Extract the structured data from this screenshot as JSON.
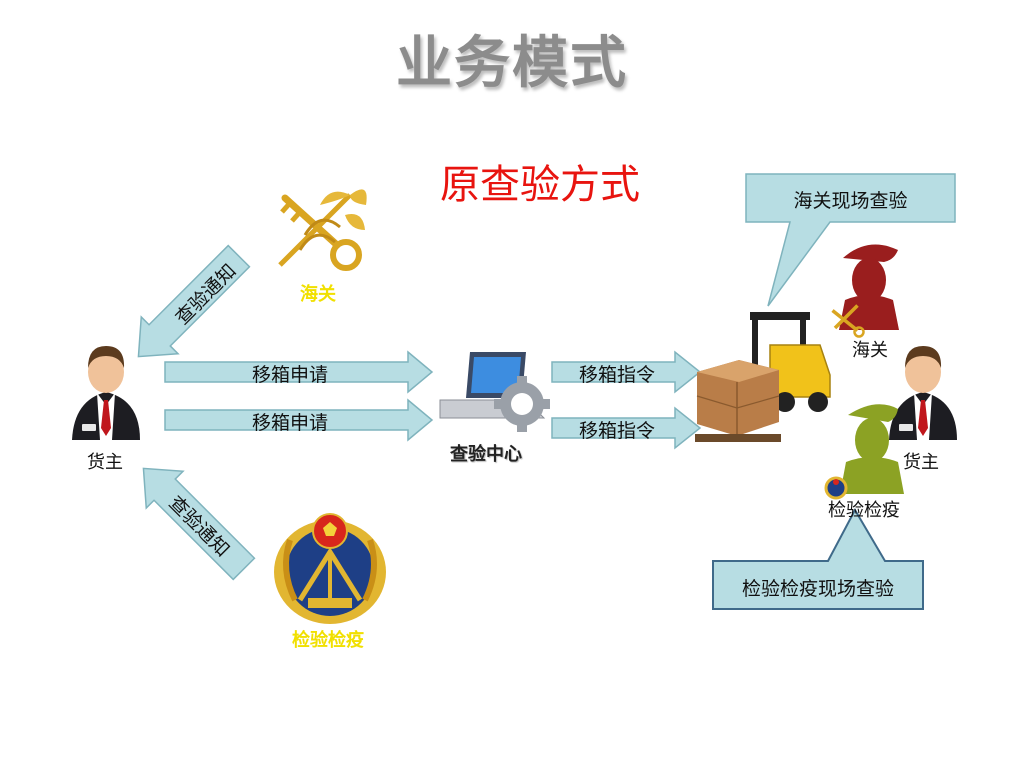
{
  "title": "业务模式",
  "subtitle": "原查验方式",
  "nodes": {
    "customs_left": "海关",
    "inspection_left": "检验检疫",
    "owner_left": "货主",
    "center": "查验中心",
    "customs_right": "海关",
    "inspection_right": "检验检疫",
    "owner_right": "货主"
  },
  "arrows": {
    "notify_customs": "查验通知",
    "notify_inspection": "查验通知",
    "request_1": "移箱申请",
    "request_2": "移箱申请",
    "command_1": "移箱指令",
    "command_2": "移箱指令"
  },
  "callouts": {
    "customs_onsite": "海关现场查验",
    "inspection_onsite": "检验检疫现场查验"
  },
  "colors": {
    "arrow_fill": "#b7dde3",
    "arrow_stroke": "#7fb3bd",
    "title_gray": "#8c8c8c",
    "subtitle_red": "#e8140f",
    "customs_label_yellow": "#f1e000",
    "callout_border": "#3f6a8a"
  }
}
